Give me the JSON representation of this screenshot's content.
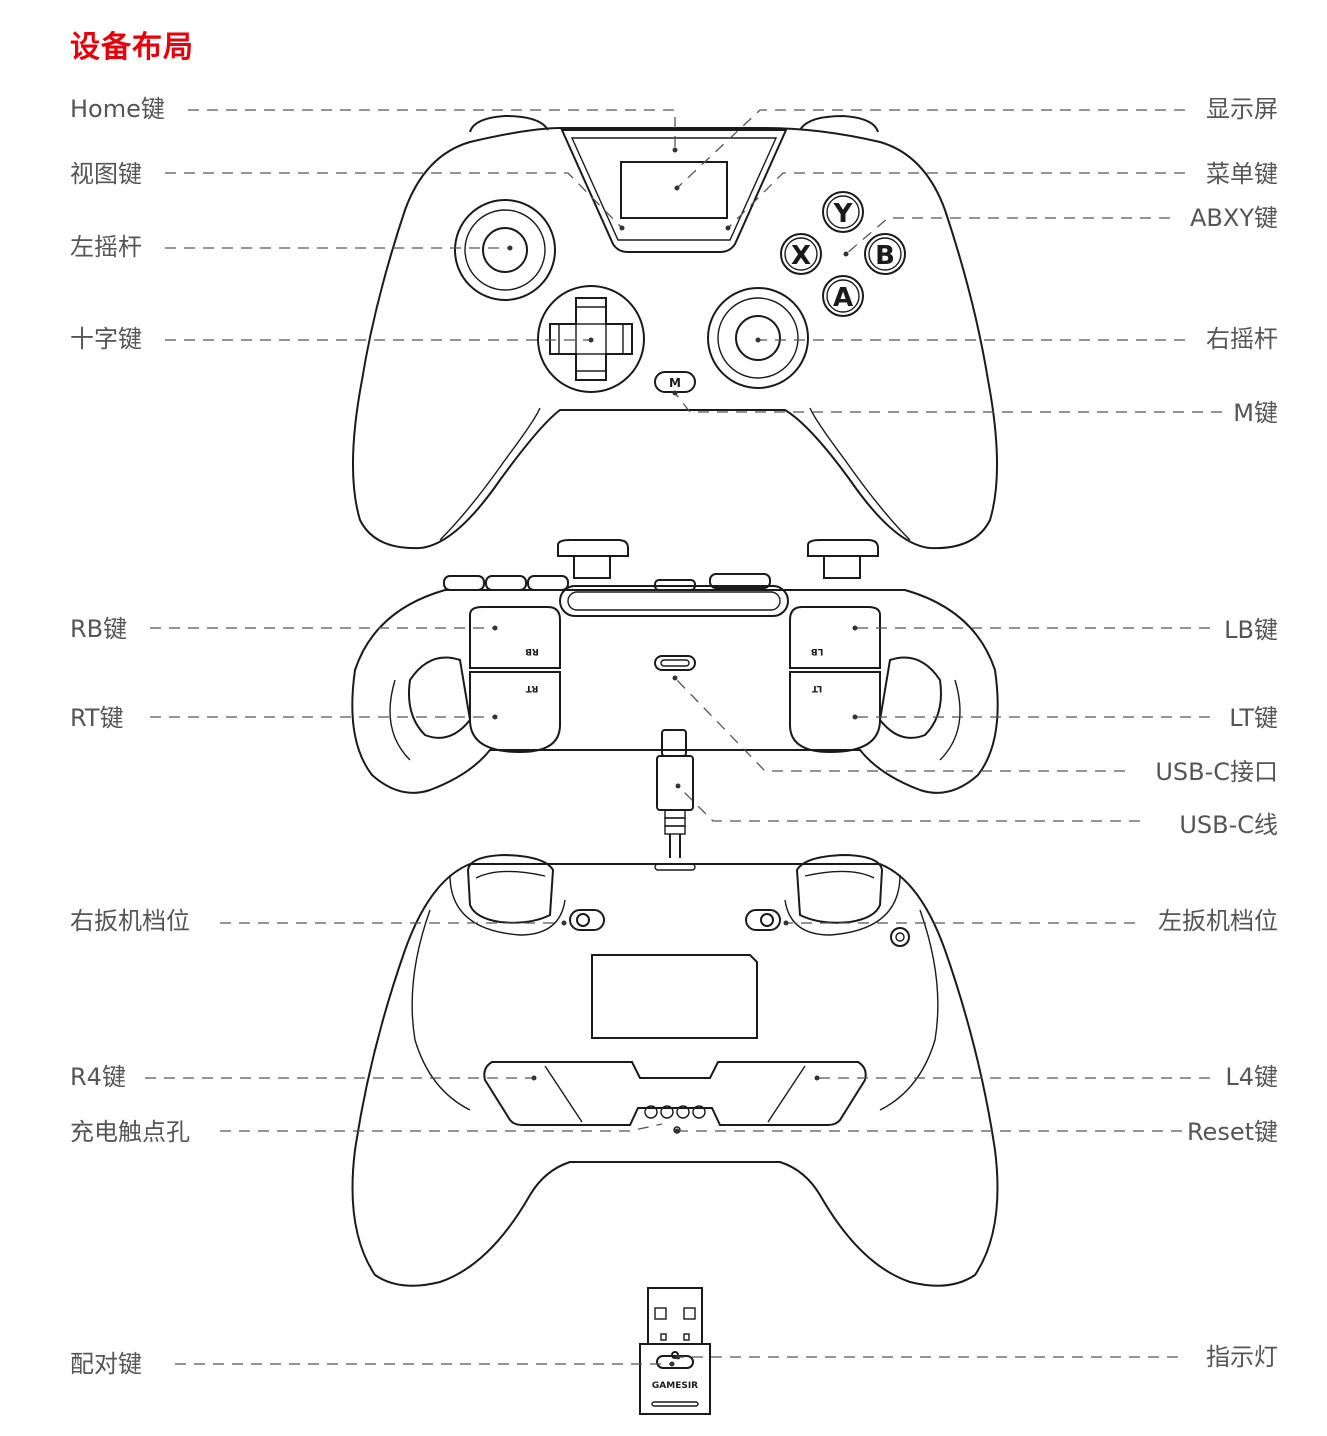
{
  "title": "设备布局",
  "labels": {
    "home": "Home键",
    "view": "视图键",
    "left_stick": "左摇杆",
    "dpad": "十字键",
    "display": "显示屏",
    "menu": "菜单键",
    "abxy": "ABXY键",
    "right_stick": "右摇杆",
    "m_key": "M键",
    "rb": "RB键",
    "rt": "RT键",
    "lb": "LB键",
    "lt": "LT键",
    "usbc_port": "USB-C接口",
    "usbc_cable": "USB-C线",
    "right_trigger_stop": "右扳机档位",
    "left_trigger_stop": "左扳机档位",
    "r4": "R4键",
    "charge_pins": "充电触点孔",
    "l4": "L4键",
    "reset": "Reset键",
    "pair": "配对键",
    "indicator": "指示灯"
  },
  "button_letters": {
    "y": "Y",
    "x": "X",
    "b": "B",
    "a": "A",
    "m": "M"
  },
  "bumper_marks": {
    "rb": "RB",
    "rt": "RT",
    "lb": "LB",
    "lt": "LT"
  },
  "dongle_brand": "GAMESIR"
}
